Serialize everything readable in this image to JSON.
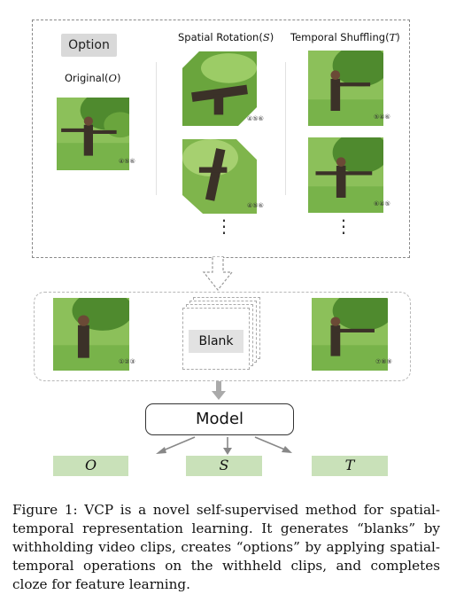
{
  "figure": {
    "option_label": "Option",
    "original_label": "Original(O)",
    "spatial_label": "Spatial Rotation(S)",
    "temporal_label": "Temporal Shuffling(T)",
    "blank_label": "Blank",
    "model_label": "Model",
    "results": [
      "O",
      "S",
      "T"
    ],
    "frame_numbers": {
      "original": "④⑤⑥",
      "spatial_1": "④⑤⑥",
      "spatial_2": "④⑤⑥",
      "temporal_1": "⑤④⑥",
      "temporal_2": "⑥④⑤",
      "input_left": "①②③",
      "input_right": "⑦⑧⑨"
    },
    "ellipsis": "⋮",
    "colors": {
      "result_fill": "#c9e1b9",
      "foliage": "#5f9a3a",
      "grass": "#7db04f"
    }
  },
  "caption": "Figure 1: VCP is a novel self-supervised method for spatial-temporal representation learning. It generates “blanks” by withholding video clips, creates “options” by applying spatial-temporal operations on the withheld clips, and completes cloze for feature learning."
}
